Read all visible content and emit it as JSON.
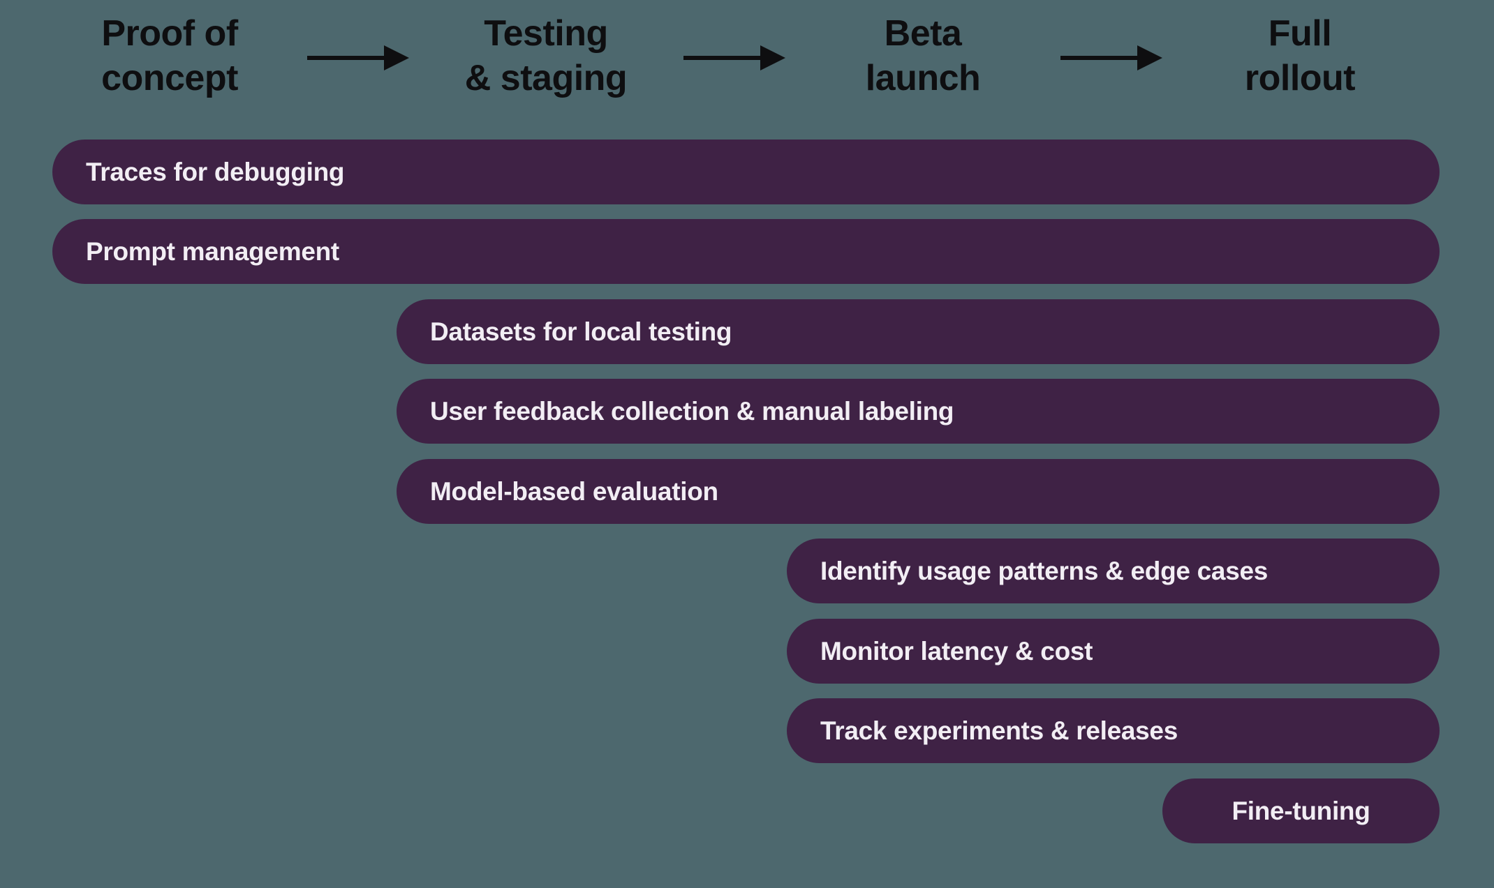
{
  "colors": {
    "background": "#4d686e",
    "bar_fill": "#3f2245",
    "bar_text": "#f2eef4",
    "stage_text": "#0e0e10",
    "arrow": "#0e0e10"
  },
  "stages": [
    {
      "line1": "Proof of",
      "line2": "concept"
    },
    {
      "line1": "Testing",
      "line2": "& staging"
    },
    {
      "line1": "Beta",
      "line2": "launch"
    },
    {
      "line1": "Full",
      "line2": "rollout"
    }
  ],
  "arrows": [
    {
      "from": "Proof of concept",
      "to": "Testing & staging"
    },
    {
      "from": "Testing & staging",
      "to": "Beta launch"
    },
    {
      "from": "Beta launch",
      "to": "Full rollout"
    }
  ],
  "bars": [
    {
      "label": "Traces for debugging",
      "starts_at_stage": "Proof of concept"
    },
    {
      "label": "Prompt management",
      "starts_at_stage": "Proof of concept"
    },
    {
      "label": "Datasets for local testing",
      "starts_at_stage": "Testing & staging"
    },
    {
      "label": "User feedback collection & manual labeling",
      "starts_at_stage": "Testing & staging"
    },
    {
      "label": "Model-based evaluation",
      "starts_at_stage": "Testing & staging"
    },
    {
      "label": "Identify usage patterns & edge cases",
      "starts_at_stage": "Beta launch"
    },
    {
      "label": "Monitor latency & cost",
      "starts_at_stage": "Beta launch"
    },
    {
      "label": "Track experiments & releases",
      "starts_at_stage": "Beta launch"
    },
    {
      "label": "Fine-tuning",
      "starts_at_stage": "Full rollout"
    }
  ]
}
